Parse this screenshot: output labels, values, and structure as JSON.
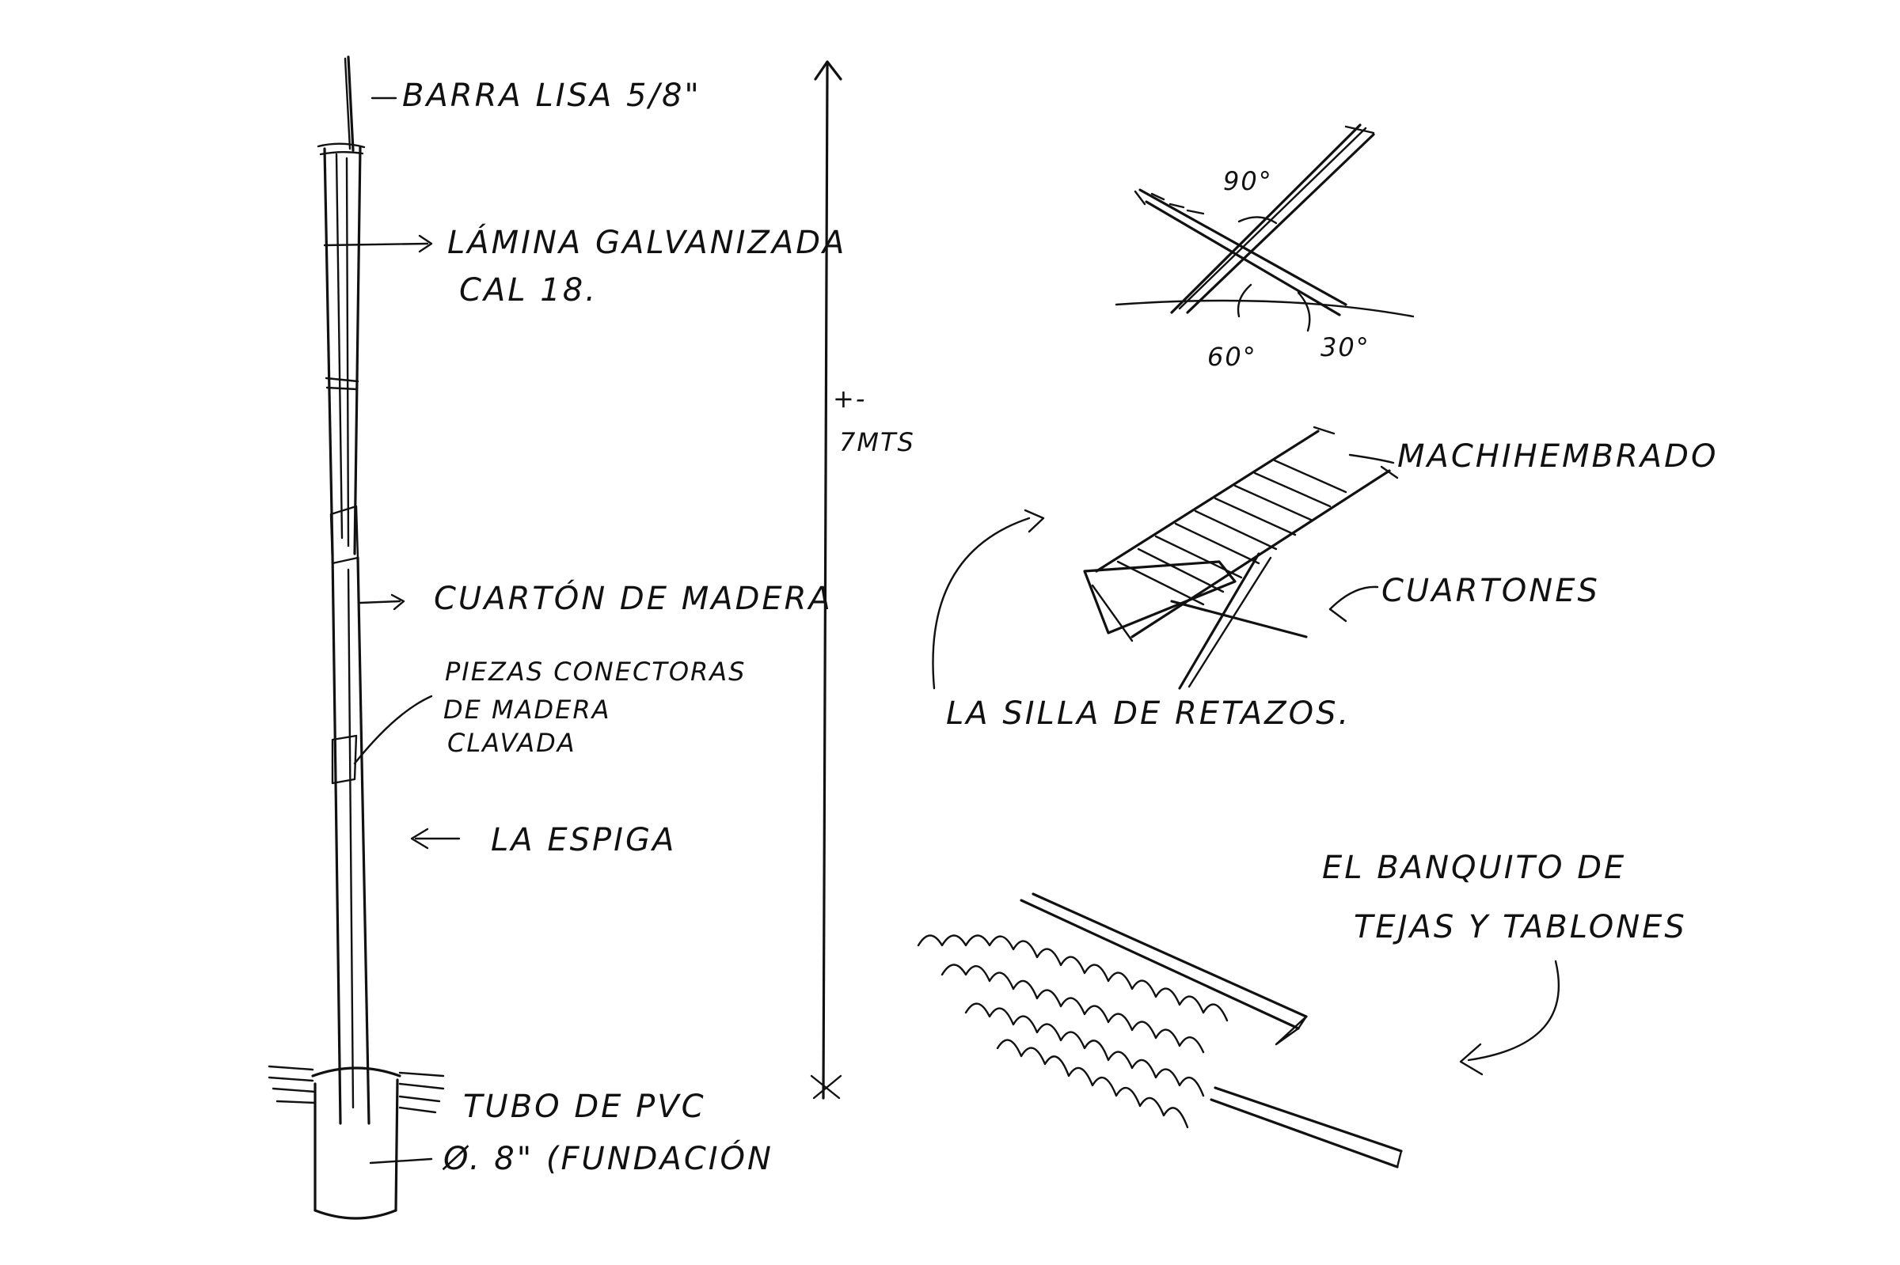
{
  "labels": {
    "barra": "BARRA LISA 5/8\"",
    "lamina_1": "LÁMINA GALVANIZADA",
    "lamina_2": "CAL 18.",
    "cuarton": "CUARTÓN DE MADERA",
    "piezas_1": "PIEZAS CONECTORAS",
    "piezas_2": "DE MADERA",
    "piezas_3": "CLAVADA",
    "espiga": "LA ESPIGA",
    "tubo_1": "TUBO DE PVC",
    "tubo_2": "Ø. 8\" (FUNDACIÓN",
    "height_1": "+-",
    "height_2": "7MTS",
    "angle_90": "90°",
    "angle_60": "60°",
    "angle_30": "30°",
    "machihembrado": "MACHIHEMBRADO",
    "cuartones": "CUARTONES",
    "silla": "LA SILLA DE RETAZOS.",
    "banquito_1": "EL BANQUITO DE",
    "banquito_2": "TEJAS Y TABLONES"
  },
  "colors": {
    "ink": "#111111",
    "paper": "#ffffff"
  }
}
